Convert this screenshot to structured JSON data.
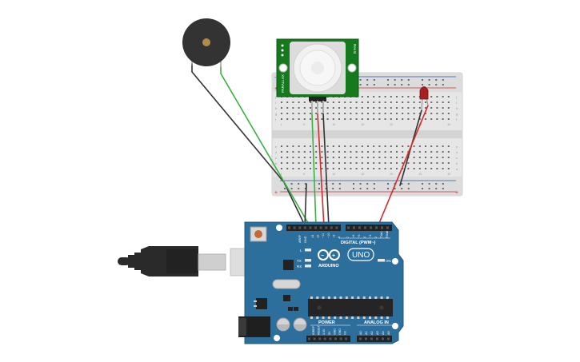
{
  "arduino": {
    "brand": "ARDUINO",
    "model": "UNO",
    "header_digital": "DIGITAL (PWM~)",
    "header_power": "POWER",
    "header_analog": "ANALOG IN",
    "label_on": "ON",
    "label_l": "L",
    "label_tx": "TX",
    "label_rx": "RX",
    "label_aref": "AREF",
    "label_gnd": "GND",
    "digital_pins": [
      "13",
      "12",
      "~11",
      "~10",
      "~9",
      "8",
      "7",
      "~6",
      "~5",
      "4",
      "~3",
      "2",
      "TX▸1",
      "RX◂0"
    ],
    "power_pins": [
      "IOREF",
      "RESET",
      "3.3V",
      "5V",
      "GND",
      "GND",
      "Vin"
    ],
    "analog_pins": [
      "A0",
      "A1",
      "A2",
      "A3",
      "A4",
      "A5"
    ]
  },
  "pir_sensor": {
    "brand": "PARALLAX",
    "side_text": "Rev B"
  },
  "breadboard": {
    "columns": [
      "1",
      "5",
      "10",
      "15",
      "20",
      "25",
      "30"
    ],
    "rows_top": [
      "j",
      "i",
      "h",
      "g",
      "f"
    ],
    "rows_bottom": [
      "e",
      "d",
      "c",
      "b",
      "a"
    ],
    "rail_plus": "+",
    "rail_minus": "-"
  },
  "colors": {
    "arduino_board": "#2c6e9c",
    "pir_board": "#157a1d",
    "wire_green": "#3cb043",
    "wire_red": "#d42a2a",
    "wire_black": "#333333",
    "buzzer": "#333333",
    "led": "#a82020"
  }
}
